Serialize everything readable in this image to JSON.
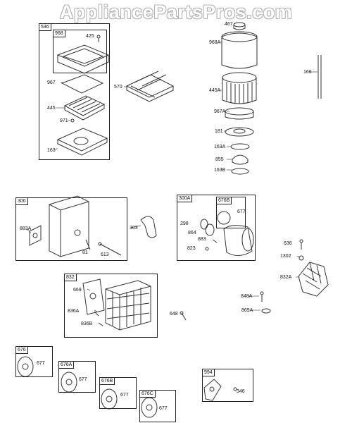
{
  "watermark": "AppliancePartsPros.com",
  "boxes": {
    "b536": "536",
    "b968": "968",
    "b300": "300",
    "b300a": "300A",
    "b676b_inner": "676B",
    "b832": "832",
    "b676": "676",
    "b676a": "676A",
    "b676b": "676B",
    "b676c": "676C",
    "b994": "994"
  },
  "labels": {
    "l425": "425",
    "l967": "967",
    "l445": "445",
    "l971": "971",
    "l163": "163",
    "l570": "570",
    "l467": "467",
    "l968a": "968A",
    "l445a": "445A",
    "l967a": "967A",
    "l181": "181",
    "l163a": "163A",
    "l855": "855",
    "l163b": "163B",
    "l166": "166",
    "l883a": "883A",
    "l81": "81",
    "l613": "613",
    "l303": "303",
    "l677_300a": "677",
    "l298": "298",
    "l864": "864",
    "l883": "883",
    "l823": "823",
    "l636": "636",
    "l1302": "1302",
    "l832a": "832A",
    "l669": "669",
    "l836a": "836A",
    "l836b": "836B",
    "l648": "648",
    "l848a": "848A",
    "l869a": "869A",
    "l677_676": "677",
    "l677_676a": "677",
    "l677_676b": "677",
    "l677_676c": "677",
    "l346": "346"
  }
}
